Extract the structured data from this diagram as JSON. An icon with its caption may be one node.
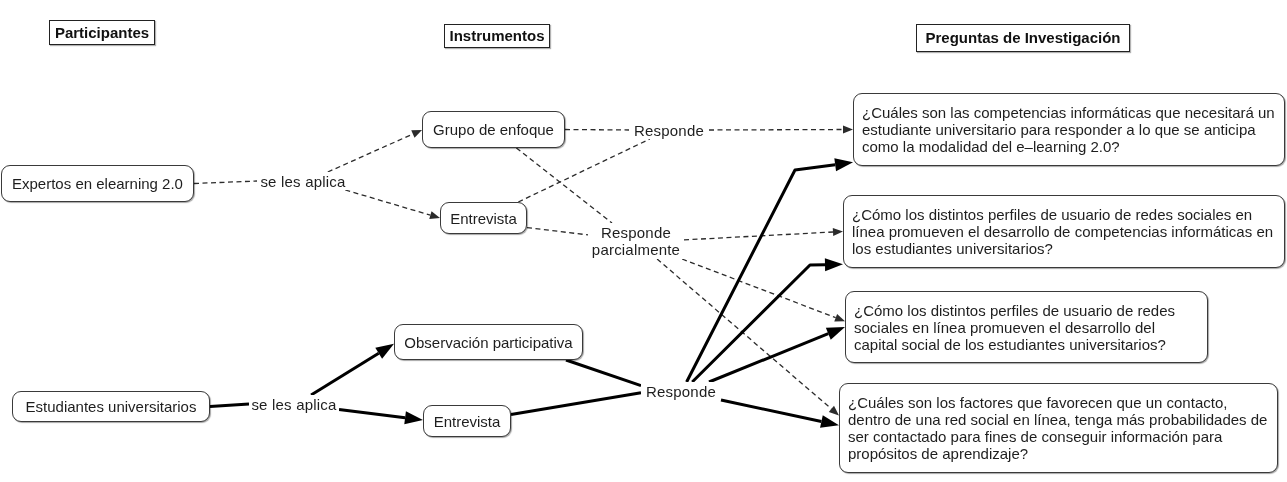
{
  "diagram": {
    "nodes": [
      {
        "text": [
          "Participantes"
        ]
      },
      {
        "text": [
          "Instrumentos"
        ]
      },
      {
        "text": [
          "Preguntas de Investigación"
        ]
      },
      {
        "text": [
          "Expertos en elearning 2.0"
        ]
      },
      {
        "text": [
          "se les aplica"
        ]
      },
      {
        "text": [
          "Grupo de enfoque"
        ]
      },
      {
        "text": [
          "Entrevista"
        ]
      },
      {
        "text": [
          "Responde"
        ]
      },
      {
        "text": [
          "Responde parcialmente"
        ]
      },
      {
        "text": [
          "¿Cuáles son las competencias informáticas que necesitará un estudiante universitario para responder a lo que se anticipa como la modalidad del e–learning 2.0?"
        ]
      },
      {
        "text": [
          "¿Cómo los distintos perfiles de usuario de redes sociales en línea promueven el desarrollo de competencias informáticas en los estudiantes universitarios?"
        ]
      },
      {
        "text": [
          "¿Cómo los distintos perfiles de usuario de redes sociales en línea promueven el desarrollo del capital social de los estudiantes universitarios?"
        ]
      },
      {
        "text": [
          "¿Cuáles son los factores que favorecen que un contacto, dentro de una red social en línea, tenga más probabilidades de ser contactado para fines de conseguir información para propósitos de aprendizaje?"
        ]
      },
      {
        "text": [
          "Estudiantes universitarios"
        ]
      },
      {
        "text": [
          "se les aplica"
        ]
      },
      {
        "text": [
          "Observación participativa"
        ]
      },
      {
        "text": [
          "Entrevista"
        ]
      },
      {
        "text": [
          "Responde"
        ]
      }
    ],
    "edges": [
      {
        "from": 3,
        "to": 4,
        "arrow": "none",
        "style": "dashed"
      },
      {
        "from": 4,
        "to": 5,
        "arrow": "to",
        "style": "dashed"
      },
      {
        "from": 4,
        "to": 6,
        "arrow": "to",
        "style": "dashed"
      },
      {
        "from": 5,
        "to": 7,
        "arrow": "none",
        "style": "dashed"
      },
      {
        "from": 6,
        "to": 7,
        "arrow": "none",
        "style": "dashed"
      },
      {
        "from": 7,
        "to": 9,
        "arrow": "to",
        "style": "dashed"
      },
      {
        "from": 5,
        "to": 8,
        "arrow": "none",
        "style": "dashed"
      },
      {
        "from": 6,
        "to": 8,
        "arrow": "none",
        "style": "dashed"
      },
      {
        "from": 8,
        "to": 10,
        "arrow": "to",
        "style": "dashed"
      },
      {
        "from": 8,
        "to": 11,
        "arrow": "to",
        "style": "dashed"
      },
      {
        "from": 8,
        "to": 12,
        "arrow": "to",
        "style": "dashed"
      },
      {
        "from": 13,
        "to": 14,
        "arrow": "none"
      },
      {
        "from": 14,
        "to": 15,
        "arrow": "to"
      },
      {
        "from": 14,
        "to": 16,
        "arrow": "to"
      },
      {
        "from": 15,
        "to": 17,
        "arrow": "none"
      },
      {
        "from": 16,
        "to": 17,
        "arrow": "none"
      },
      {
        "from": 17,
        "to": 9,
        "arrow": "to"
      },
      {
        "from": 17,
        "to": 10,
        "arrow": "to"
      },
      {
        "from": 17,
        "to": 11,
        "arrow": "to"
      },
      {
        "from": 17,
        "to": 12,
        "arrow": "to"
      }
    ]
  }
}
